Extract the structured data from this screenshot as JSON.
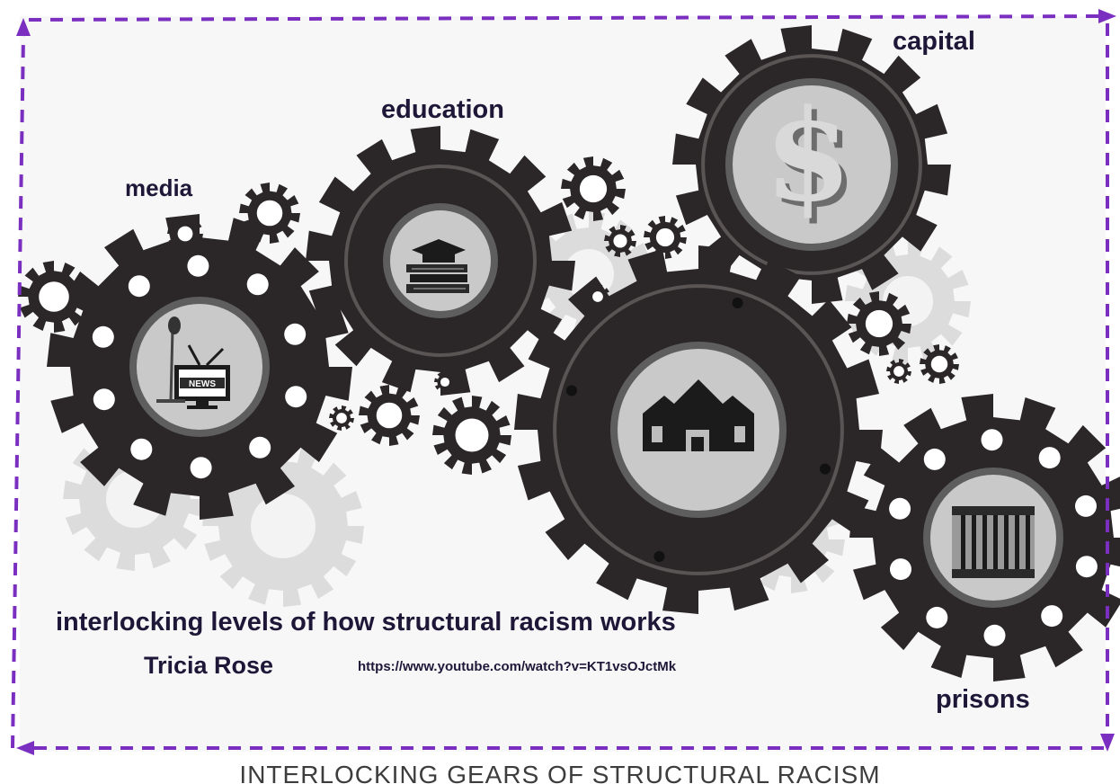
{
  "labels": {
    "media": "media",
    "education": "education",
    "capital": "capital",
    "prisons": "prisons"
  },
  "caption": {
    "main": "interlocking levels of how structural racism works",
    "author": "Tricia Rose",
    "url": "https://www.youtube.com/watch?v=KT1vsOJctMk"
  },
  "footer_title": "INTERLOCKING GEARS OF STRUCTURAL RACISM",
  "icons": {
    "media": "news-tv-microphone-icon",
    "education": "graduation-cap-books-icon",
    "capital": "dollar-sign-icon",
    "housing": "house-icon",
    "prisons": "prison-bars-icon"
  },
  "badge_text": {
    "news": "NEWS"
  },
  "colors": {
    "gear": "#2b2627",
    "gear_ring": "#5a5455",
    "background_gear": "#dcdcdc",
    "label_text": "#1f1738",
    "border_dash": "#7b2fc0"
  }
}
